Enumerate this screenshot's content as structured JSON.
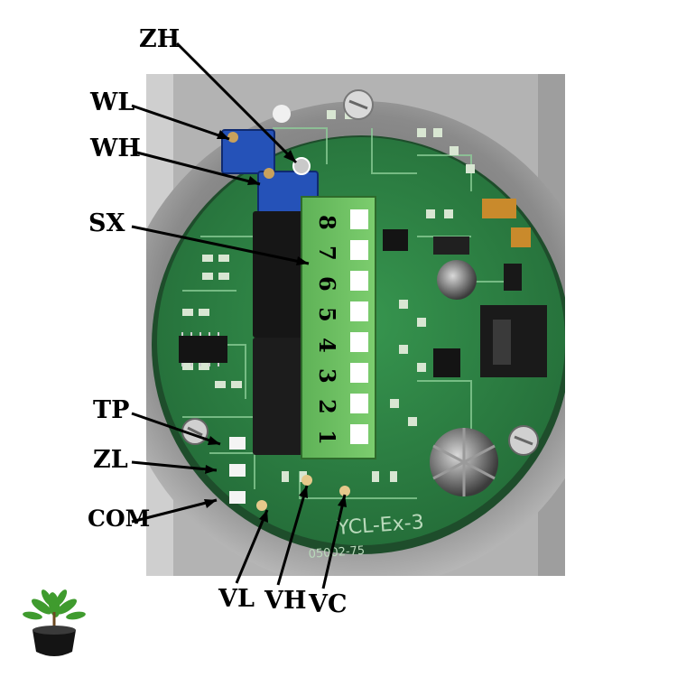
{
  "callouts": {
    "zh": "ZH",
    "wl": "WL",
    "wh": "WH",
    "sx": "SX",
    "tp": "TP",
    "zl": "ZL",
    "com": "COM",
    "vl": "VL",
    "vh": "VH",
    "vc": "VC"
  },
  "terminal": {
    "numbers": [
      "8",
      "7",
      "6",
      "5",
      "4",
      "3",
      "2",
      "1"
    ]
  },
  "board": {
    "model": "YCL-Ex-3",
    "code": "05002-75"
  },
  "colors": {
    "pcb": "#2f8a48",
    "terminal_block": "#6cbf62",
    "trimmer": "#2552b8",
    "housing": "#a8a8a8",
    "label_text": "#000000"
  },
  "icons": [
    "plant-icon"
  ]
}
